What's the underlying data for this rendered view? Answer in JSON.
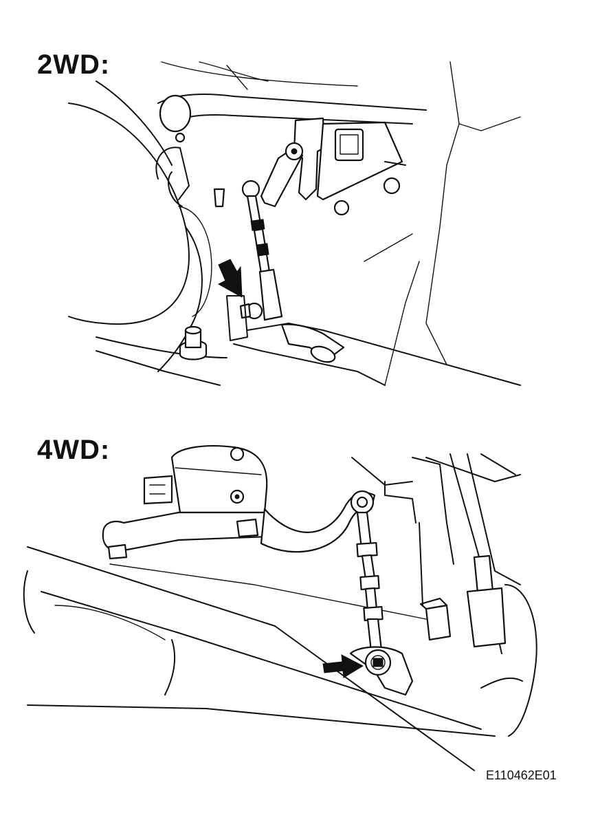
{
  "labels": {
    "top": "2WD:",
    "bottom": "4WD:"
  },
  "figure_code": "E110462E01",
  "icons": {
    "arrow_2wd": "arrow-icon",
    "arrow_4wd": "arrow-icon"
  }
}
